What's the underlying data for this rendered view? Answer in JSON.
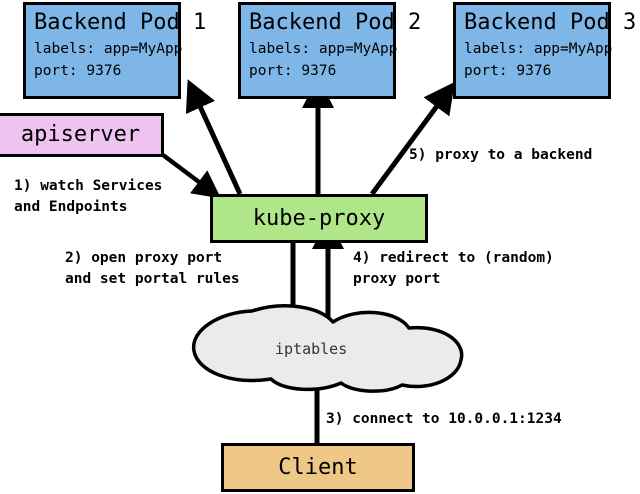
{
  "diagram": {
    "title": "kube-proxy service routing diagram",
    "colors": {
      "pod": "#7eb6e8",
      "apiserver": "#eec3f0",
      "kubeproxy": "#b0e68a",
      "client": "#efc888",
      "cloud": "#ebebeb",
      "stroke": "#000000"
    },
    "pods": [
      {
        "title": "Backend Pod 1",
        "labels_line": "labels: app=MyApp",
        "port_line": "port: 9376"
      },
      {
        "title": "Backend Pod 2",
        "labels_line": "labels: app=MyApp",
        "port_line": "port: 9376"
      },
      {
        "title": "Backend Pod 3",
        "labels_line": "labels: app=MyApp",
        "port_line": "port: 9376"
      }
    ],
    "nodes": {
      "apiserver": "apiserver",
      "kube_proxy": "kube-proxy",
      "iptables": "iptables",
      "client": "Client"
    },
    "steps": [
      {
        "id": "step-1",
        "line1": "1) watch Services",
        "line2": "and Endpoints"
      },
      {
        "id": "step-2",
        "line1": "2) open proxy port",
        "line2": "and set portal rules"
      },
      {
        "id": "step-3",
        "line1": "3) connect to 10.0.0.1:1234",
        "line2": ""
      },
      {
        "id": "step-4",
        "line1": "4) redirect to (random)",
        "line2": "proxy port"
      },
      {
        "id": "step-5",
        "line1": "5) proxy to a backend",
        "line2": ""
      }
    ]
  }
}
